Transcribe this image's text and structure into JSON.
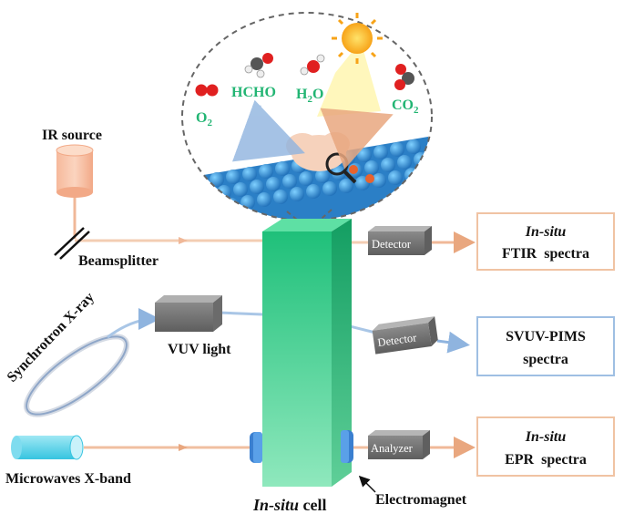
{
  "labels": {
    "ir_source": "IR source",
    "beamsplitter": "Beamsplitter",
    "synchrotron": "Synchrotron X-ray",
    "vuv_light": "VUV light",
    "microwaves": "Microwaves X-band",
    "cell_italic": "In-situ",
    "cell_rest": " cell",
    "electromagnet": "Electromagnet"
  },
  "devices": {
    "detector_top": "Detector",
    "detector_mid": "Detector",
    "analyzer": "Analyzer"
  },
  "outputs": {
    "ftir_line1": "In-situ",
    "ftir_line2": "FTIR  spectra",
    "svuv_line1": "SVUV-PIMS",
    "svuv_line2": "spectra",
    "epr_line1": "In-situ",
    "epr_line2": "EPR  spectra"
  },
  "inset": {
    "o2_main": "O",
    "o2_sub": "2",
    "hcho": "HCHO",
    "h2o_main": "H",
    "h2o_sub": "2",
    "h2o_tail": "O",
    "co2_main": "CO",
    "co2_sub": "2"
  },
  "colors": {
    "ir_beam": "#f3c8a8",
    "vuv_beam": "#a9c6e6",
    "mw_beam": "#f0bfa0",
    "cell_green": "#2fcf8a",
    "ftir_border": "#f0c3a3",
    "svuv_border": "#9fbfe3",
    "epr_border": "#f0c3a3"
  }
}
